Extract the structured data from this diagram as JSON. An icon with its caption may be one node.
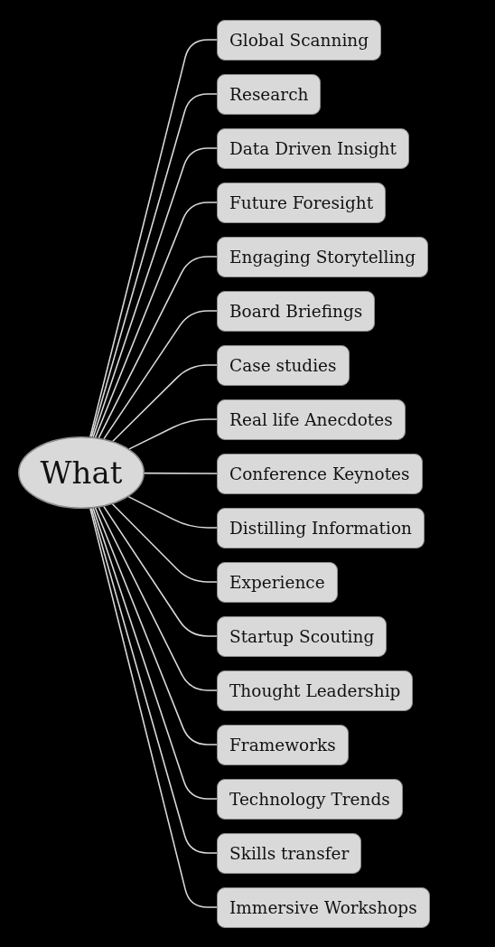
{
  "diagram": {
    "nodes": [
      {
        "text": [
          "What"
        ]
      },
      {
        "text": [
          "Global Scanning"
        ]
      },
      {
        "text": [
          "Research"
        ]
      },
      {
        "text": [
          "Data Driven Insight"
        ]
      },
      {
        "text": [
          "Future Foresight"
        ]
      },
      {
        "text": [
          "Engaging Storytelling"
        ]
      },
      {
        "text": [
          "Board Briefings"
        ]
      },
      {
        "text": [
          "Case studies"
        ]
      },
      {
        "text": [
          "Real life Anecdotes"
        ]
      },
      {
        "text": [
          "Conference Keynotes"
        ]
      },
      {
        "text": [
          "Distilling Information"
        ]
      },
      {
        "text": [
          "Experience"
        ]
      },
      {
        "text": [
          "Startup Scouting"
        ]
      },
      {
        "text": [
          "Thought Leadership"
        ]
      },
      {
        "text": [
          "Frameworks"
        ]
      },
      {
        "text": [
          "Technology Trends"
        ]
      },
      {
        "text": [
          "Skills transfer"
        ]
      },
      {
        "text": [
          "Immersive Workshops"
        ]
      }
    ],
    "edges": [
      {
        "from": 0,
        "to": 1,
        "arrow": "none"
      },
      {
        "from": 0,
        "to": 2,
        "arrow": "none"
      },
      {
        "from": 0,
        "to": 3,
        "arrow": "none"
      },
      {
        "from": 0,
        "to": 4,
        "arrow": "none"
      },
      {
        "from": 0,
        "to": 5,
        "arrow": "none"
      },
      {
        "from": 0,
        "to": 6,
        "arrow": "none"
      },
      {
        "from": 0,
        "to": 7,
        "arrow": "none"
      },
      {
        "from": 0,
        "to": 8,
        "arrow": "none"
      },
      {
        "from": 0,
        "to": 9,
        "arrow": "none"
      },
      {
        "from": 0,
        "to": 10,
        "arrow": "none"
      },
      {
        "from": 0,
        "to": 11,
        "arrow": "none"
      },
      {
        "from": 0,
        "to": 12,
        "arrow": "none"
      },
      {
        "from": 0,
        "to": 13,
        "arrow": "none"
      },
      {
        "from": 0,
        "to": 14,
        "arrow": "none"
      },
      {
        "from": 0,
        "to": 15,
        "arrow": "none"
      },
      {
        "from": 0,
        "to": 16,
        "arrow": "none"
      },
      {
        "from": 0,
        "to": 17,
        "arrow": "none"
      }
    ]
  }
}
